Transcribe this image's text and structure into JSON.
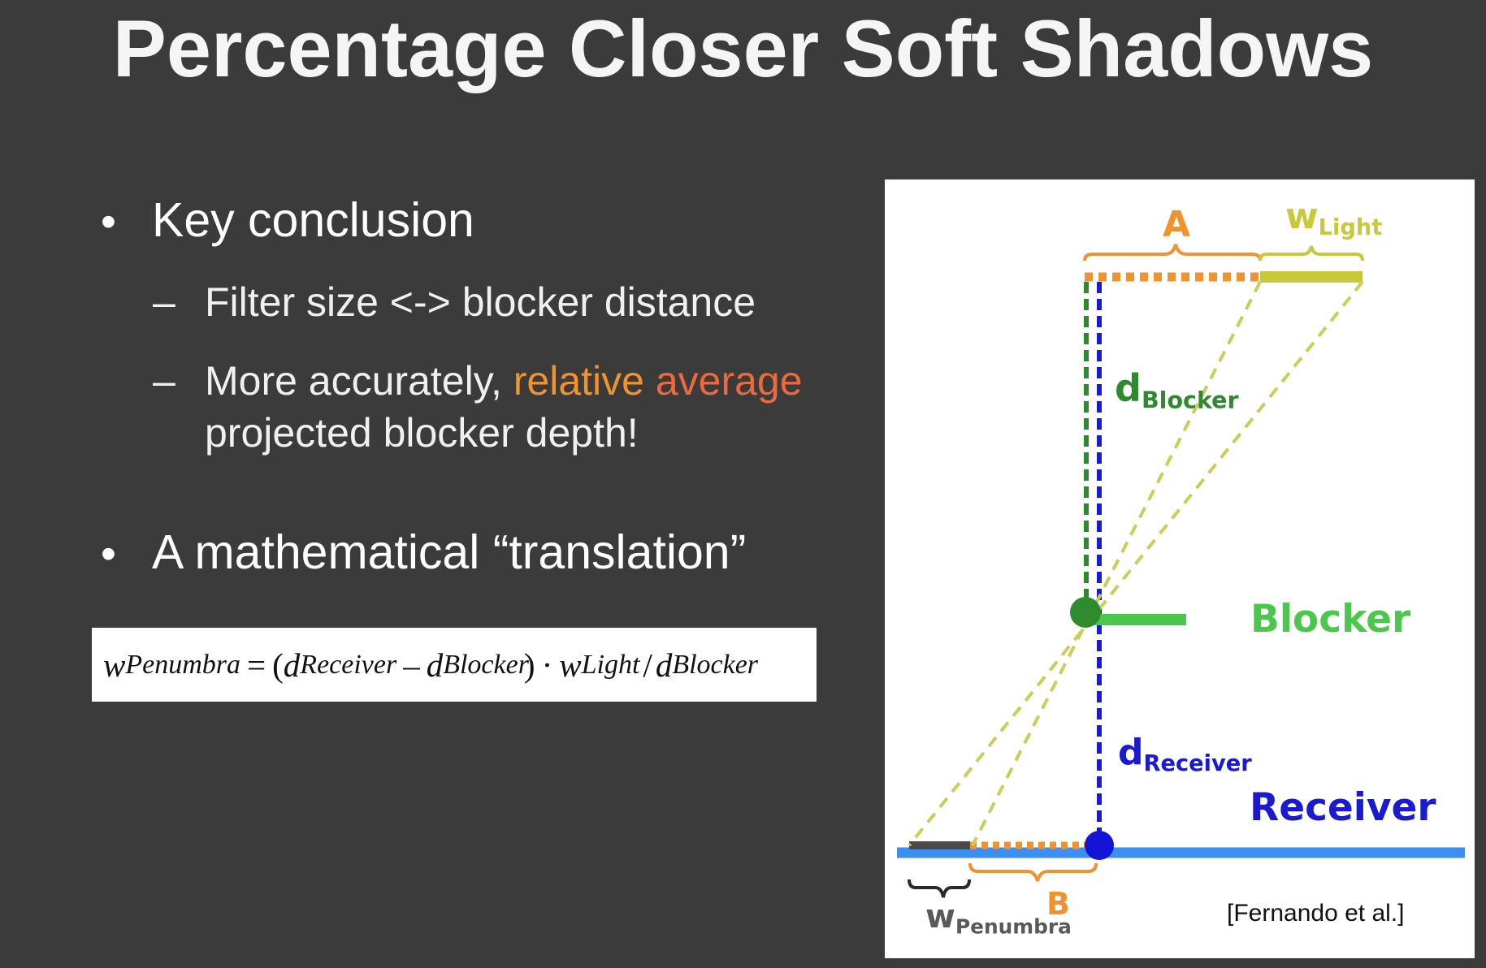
{
  "title": "Percentage Closer Soft Shadows",
  "bullets": [
    {
      "text": "Key conclusion",
      "subs": [
        {
          "text": "Filter size <-> blocker distance"
        },
        {
          "pre": "More accurately, ",
          "hl1": "relative",
          "mid": " ",
          "hl2": "average",
          "post": " projected blocker depth!"
        }
      ]
    },
    {
      "text": "A mathematical “translation”"
    }
  ],
  "formula": {
    "w": "w",
    "penumbra": "Penumbra",
    "eq": "=",
    "open": "(",
    "d1": "d",
    "receiver": "Receiver",
    "minus": "–",
    "d2": "d",
    "blocker1": "Blocker",
    "close": ")",
    "dot": "·",
    "w2": "w",
    "light": "Light",
    "slash": "/",
    "d3": "d",
    "blocker2": "Blocker"
  },
  "diagram": {
    "label_a": "A",
    "label_wlight_main": "w",
    "label_wlight_sub": "Light",
    "label_dblocker_main": "d",
    "label_dblocker_sub": "Blocker",
    "label_blocker": "Blocker",
    "label_dreceiver_main": "d",
    "label_dreceiver_sub": "Receiver",
    "label_receiver": "Receiver",
    "label_b": "B",
    "label_wpenumbra_main": "w",
    "label_wpenumbra_sub": "Penumbra",
    "citation": "[Fernando et al.]",
    "colors": {
      "orange": "#f0922e",
      "light_yellow": "#c8c83a",
      "green": "#2f8a2f",
      "blocker_green": "#4bc84b",
      "blue": "#1a1ad0",
      "receiver_blue": "#3a8ff0",
      "dashed_yellow": "#c9cf56",
      "penumbra_gray": "#4a4a4a"
    }
  }
}
